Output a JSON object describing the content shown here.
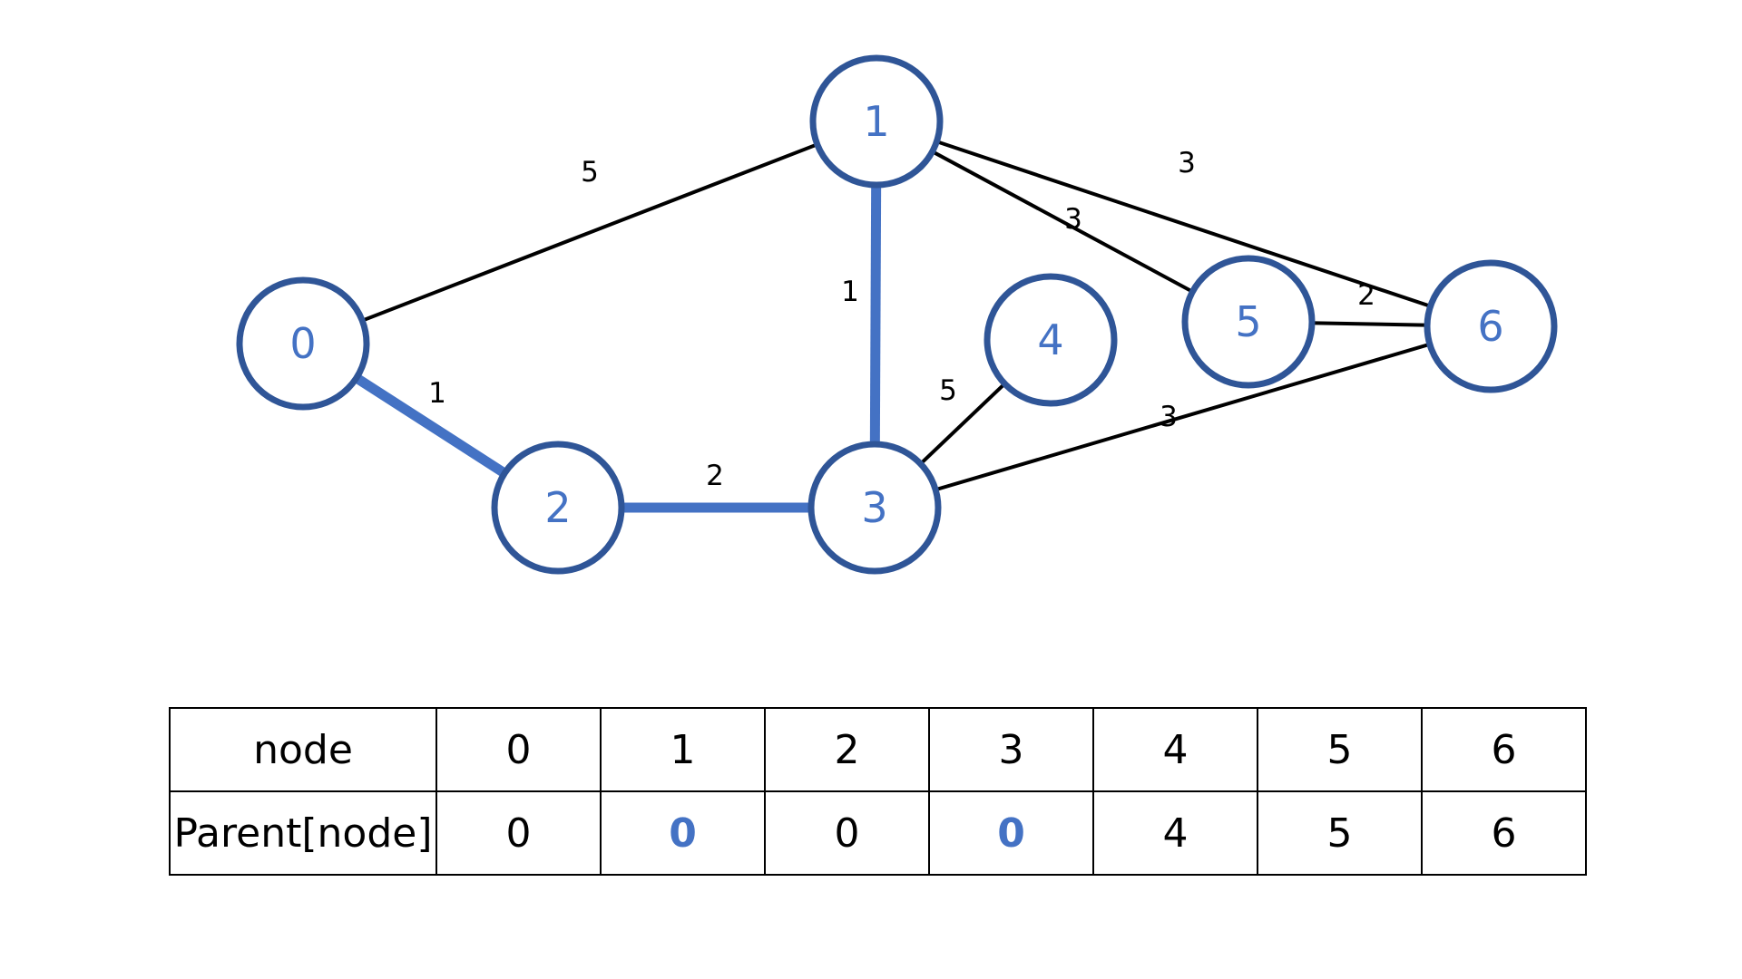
{
  "graph": {
    "nodes": [
      {
        "id": "0",
        "label": "0"
      },
      {
        "id": "1",
        "label": "1"
      },
      {
        "id": "2",
        "label": "2"
      },
      {
        "id": "3",
        "label": "3"
      },
      {
        "id": "4",
        "label": "4"
      },
      {
        "id": "5",
        "label": "5"
      },
      {
        "id": "6",
        "label": "6"
      }
    ],
    "edges": [
      {
        "from": "0",
        "to": "1",
        "weight": "5",
        "highlighted": false
      },
      {
        "from": "0",
        "to": "2",
        "weight": "1",
        "highlighted": true
      },
      {
        "from": "2",
        "to": "3",
        "weight": "2",
        "highlighted": true
      },
      {
        "from": "1",
        "to": "3",
        "weight": "1",
        "highlighted": true
      },
      {
        "from": "1",
        "to": "5",
        "weight": "3",
        "highlighted": false
      },
      {
        "from": "1",
        "to": "6",
        "weight": "3",
        "highlighted": false
      },
      {
        "from": "3",
        "to": "4",
        "weight": "5",
        "highlighted": false
      },
      {
        "from": "3",
        "to": "6",
        "weight": "3",
        "highlighted": false
      },
      {
        "from": "5",
        "to": "6",
        "weight": "2",
        "highlighted": false
      }
    ],
    "colors": {
      "node_border": "#2f5597",
      "node_label": "#4472c4",
      "highlight_edge": "#4472c4",
      "normal_edge": "#000000"
    }
  },
  "table": {
    "row_headers": [
      "node",
      "Parent[node]"
    ],
    "nodes": [
      "0",
      "1",
      "2",
      "3",
      "4",
      "5",
      "6"
    ],
    "parents": [
      {
        "value": "0",
        "changed": false
      },
      {
        "value": "0",
        "changed": true
      },
      {
        "value": "0",
        "changed": false
      },
      {
        "value": "0",
        "changed": true
      },
      {
        "value": "4",
        "changed": false
      },
      {
        "value": "5",
        "changed": false
      },
      {
        "value": "6",
        "changed": false
      }
    ],
    "highlight_color": "#4472c4"
  }
}
